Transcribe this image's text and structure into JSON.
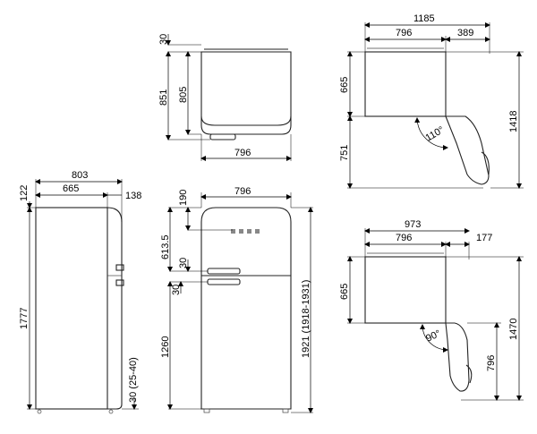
{
  "views": {
    "top_view": {
      "dim_top": "30",
      "dim_height_outer": "851",
      "dim_height_inner": "805",
      "dim_width": "796"
    },
    "side_view": {
      "dim_total_depth": "803",
      "dim_top_offset": "122",
      "dim_body_depth": "665",
      "dim_door_depth": "138",
      "dim_height": "1777",
      "dim_feet": "30 (25-40)"
    },
    "front_view": {
      "dim_width": "796",
      "dim_top": "190",
      "dim_upper": "613.5",
      "dim_gap_a": "30",
      "dim_gap_b": "30",
      "dim_lower": "1260",
      "dim_total_height": "1921 (1918-1931)"
    },
    "plan_110": {
      "dim_total": "1185",
      "dim_width": "796",
      "dim_door_swing": "389",
      "dim_depth": "665",
      "dim_open_depth": "751",
      "dim_total_depth": "1418",
      "angle": "110°"
    },
    "plan_90": {
      "dim_total": "973",
      "dim_width": "796",
      "dim_door_swing": "177",
      "dim_depth": "665",
      "dim_open_depth": "796",
      "dim_total_depth": "1470",
      "angle": "90°"
    }
  },
  "colors": {
    "logo": "#888888",
    "line": "#222222"
  }
}
